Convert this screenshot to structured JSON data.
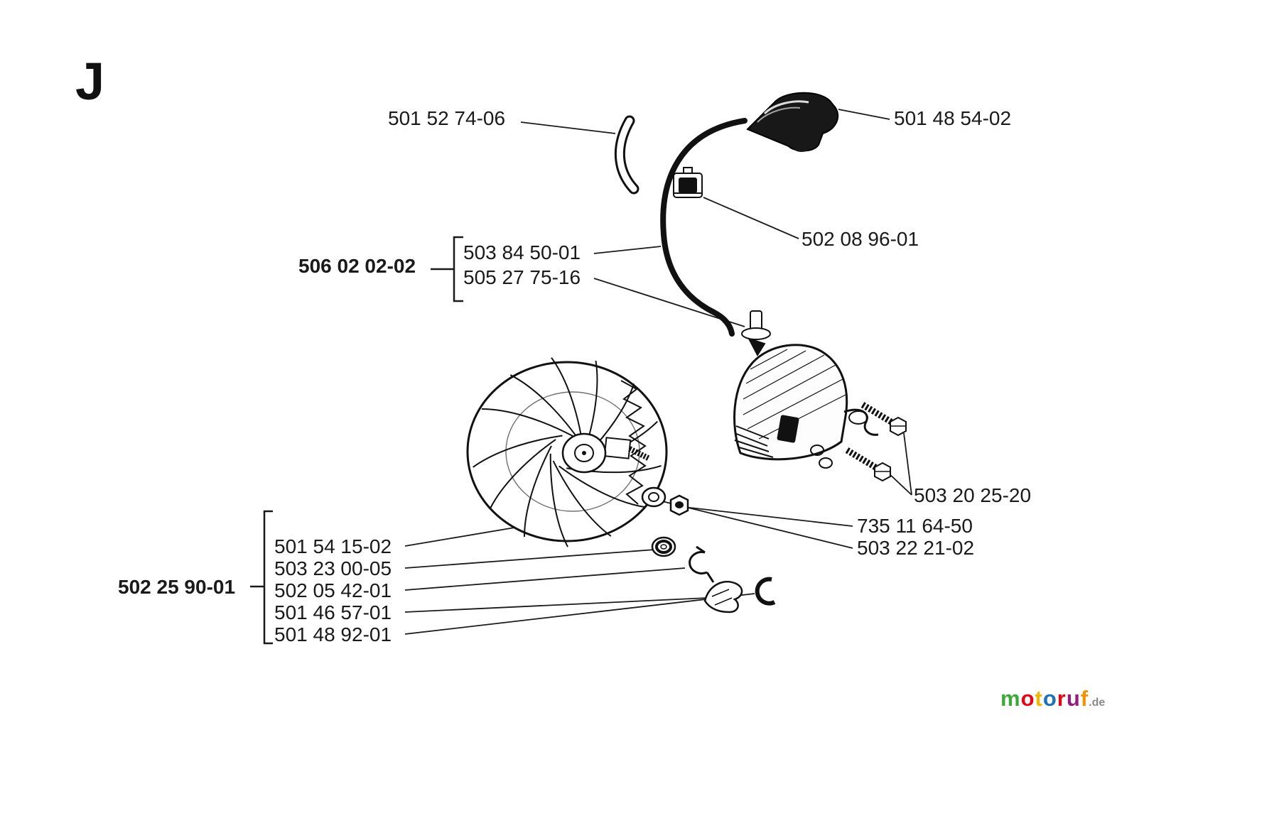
{
  "page": {
    "section_letter": "J"
  },
  "part_labels": {
    "hose": "501 52 74-06",
    "plug_boot": "501 48 54-02",
    "clamp": "502 08 96-01",
    "ignition_assembly": "506 02 02-02",
    "ignition_lead": "503 84 50-01",
    "terminal": "505 27 75-16",
    "screw": "503 20 25-20",
    "nut": "735 11 64-50",
    "washer": "503 22 21-02",
    "flywheel_assembly": "502 25 90-01",
    "flywheel": "501 54 15-02",
    "washer_small": "503 23 00-05",
    "spring": "502 05 42-01",
    "pawl": "501 46 57-01",
    "clip": "501 48 92-01"
  },
  "watermark": {
    "letters": [
      {
        "ch": "m",
        "color": "#3aaa35"
      },
      {
        "ch": "o",
        "color": "#e30613"
      },
      {
        "ch": "t",
        "color": "#f9b200"
      },
      {
        "ch": "o",
        "color": "#1d71b8"
      },
      {
        "ch": "r",
        "color": "#e30613"
      },
      {
        "ch": "u",
        "color": "#951b81"
      },
      {
        "ch": "f",
        "color": "#f39200"
      }
    ],
    "suffix": ".de"
  },
  "colors": {
    "ink": "#1a1a1a",
    "background": "#ffffff"
  }
}
